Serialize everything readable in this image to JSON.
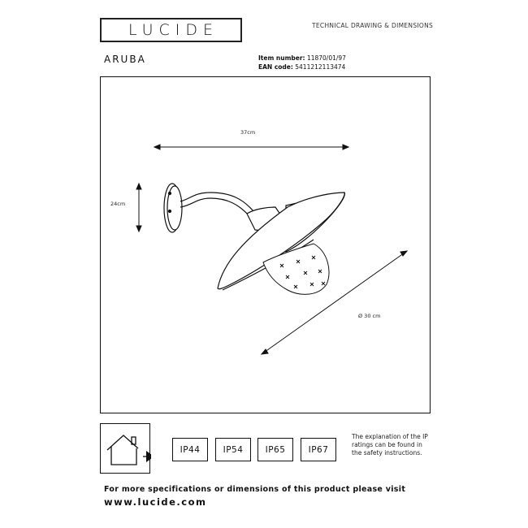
{
  "brand": {
    "logo_text": "LUCIDE"
  },
  "header": {
    "title": "TECHNICAL DRAWING & DIMENSIONS"
  },
  "product": {
    "name": "ARUBA",
    "item_number_label": "Item number:",
    "item_number_value": "11870/01/97",
    "ean_label": "EAN code:",
    "ean_value": "5411212113474"
  },
  "dimensions": {
    "width": "37cm",
    "height": "24cm",
    "diameter": "Ø 30 cm"
  },
  "ip_ratings": {
    "items": [
      "IP44",
      "IP54",
      "IP65",
      "IP67"
    ],
    "note": "The explanation of the IP ratings can be found in the safety instructions."
  },
  "footer": {
    "text": "For more specifications or dimensions of this product please visit",
    "url": "www.lucide.com"
  }
}
